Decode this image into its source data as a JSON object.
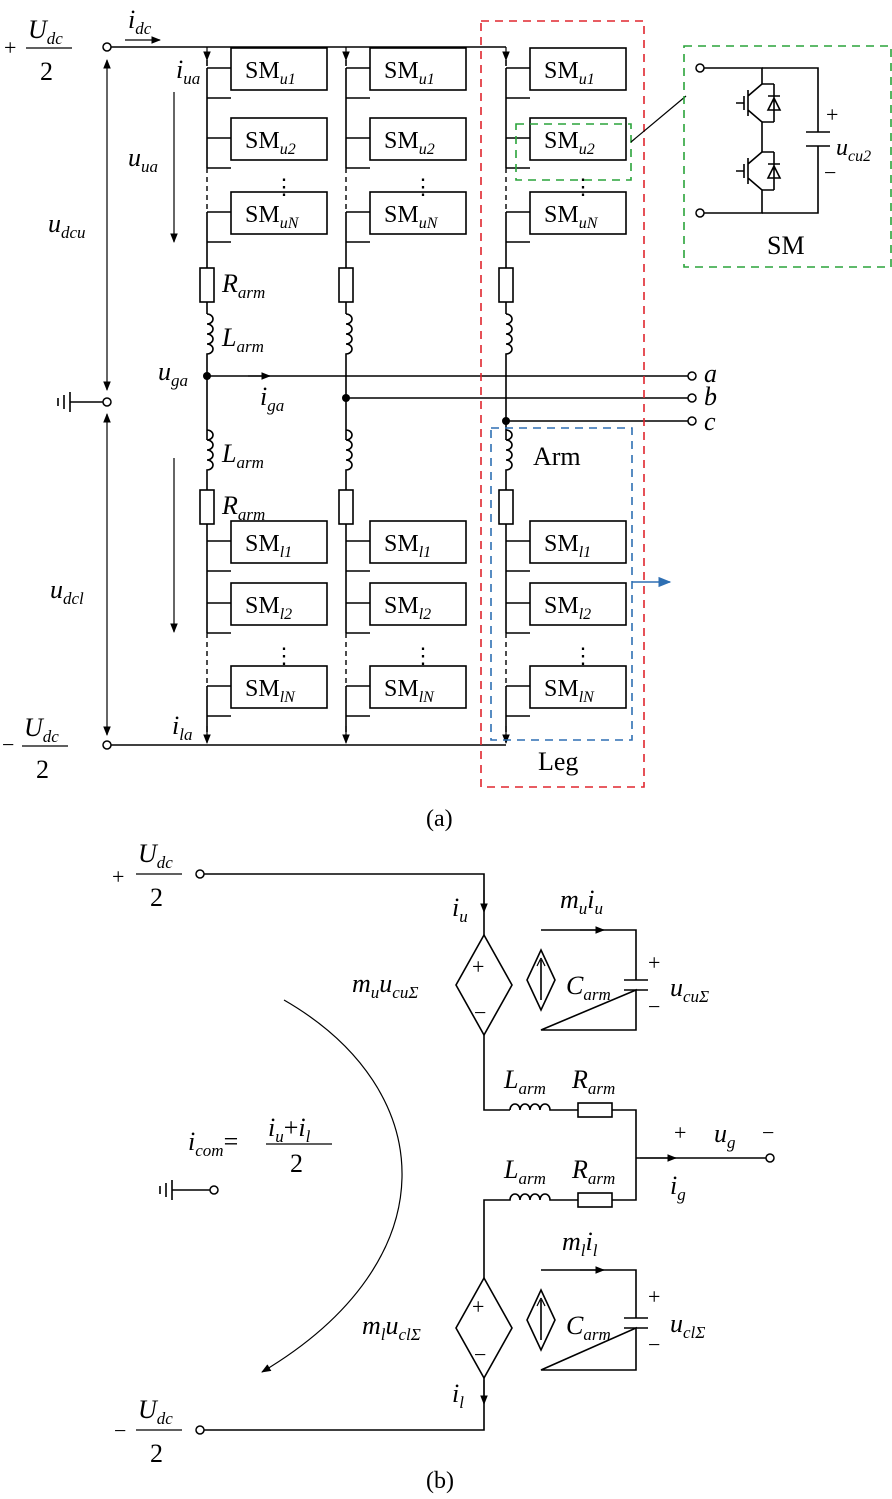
{
  "figure_a": {
    "caption": "(a)",
    "terminal_pos": {
      "sign": "+",
      "num": "U",
      "num_sub": "dc",
      "den": "2"
    },
    "terminal_neg": {
      "sign": "−",
      "num": "U",
      "num_sub": "dc",
      "den": "2"
    },
    "i_dc": {
      "base": "i",
      "sub": "dc"
    },
    "u_dcu": {
      "base": "u",
      "sub": "dcu"
    },
    "u_dcl": {
      "base": "u",
      "sub": "dcl"
    },
    "i_ua": {
      "base": "i",
      "sub": "ua"
    },
    "u_ua": {
      "base": "u",
      "sub": "ua"
    },
    "u_ga": {
      "base": "u",
      "sub": "ga"
    },
    "i_ga": {
      "base": "i",
      "sub": "ga"
    },
    "i_la": {
      "base": "i",
      "sub": "la"
    },
    "R_arm": {
      "base": "R",
      "sub": "arm"
    },
    "L_arm": {
      "base": "L",
      "sub": "arm"
    },
    "sm_upper": [
      {
        "base": "SM",
        "sub": "u1"
      },
      {
        "base": "SM",
        "sub": "u2"
      },
      {
        "base": "SM",
        "sub": "uN"
      }
    ],
    "sm_lower": [
      {
        "base": "SM",
        "sub": "l1"
      },
      {
        "base": "SM",
        "sub": "l2"
      },
      {
        "base": "SM",
        "sub": "lN"
      }
    ],
    "ellipsis": "⋮",
    "phases": [
      "a",
      "b",
      "c"
    ],
    "arm_label": "Arm",
    "leg_label": "Leg",
    "sm_detail_label": "SM",
    "u_cu2": {
      "base": "u",
      "sub": "cu2"
    },
    "plus": "+",
    "minus": "−",
    "colors": {
      "leg_box": "#e0262e",
      "sm_box": "#2aa33a",
      "arm_box": "#2e6fb3",
      "arrow": "#2e6fb3"
    }
  },
  "figure_b": {
    "caption": "(b)",
    "terminal_pos": {
      "sign": "+",
      "num": "U",
      "num_sub": "dc",
      "den": "2"
    },
    "terminal_neg": {
      "sign": "−",
      "num": "U",
      "num_sub": "dc",
      "den": "2"
    },
    "i_u": {
      "base": "i",
      "sub": "u"
    },
    "i_l": {
      "base": "i",
      "sub": "l"
    },
    "src_u": {
      "m": "m",
      "m_sub": "u",
      "u": "u",
      "u_sub": "cuΣ"
    },
    "src_l": {
      "m": "m",
      "m_sub": "l",
      "u": "u",
      "u_sub": "clΣ"
    },
    "cur_u": {
      "m": "m",
      "m_sub": "u",
      "i": "i",
      "i_sub": "u"
    },
    "cur_l": {
      "m": "m",
      "m_sub": "l",
      "i": "i",
      "i_sub": "l"
    },
    "C_arm": {
      "base": "C",
      "sub": "arm"
    },
    "u_cuS": {
      "base": "u",
      "sub": "cuΣ"
    },
    "u_clS": {
      "base": "u",
      "sub": "clΣ"
    },
    "L_arm": {
      "base": "L",
      "sub": "arm"
    },
    "R_arm": {
      "base": "R",
      "sub": "arm"
    },
    "u_g": {
      "base": "u",
      "sub": "g"
    },
    "i_g": {
      "base": "i",
      "sub": "g"
    },
    "i_com": {
      "base": "i",
      "sub": "com",
      "eq": "=",
      "num_a": "i",
      "num_a_sub": "u",
      "num_op": "+",
      "num_b": "i",
      "num_b_sub": "l",
      "den": "2"
    },
    "plus": "+",
    "minus": "−"
  }
}
